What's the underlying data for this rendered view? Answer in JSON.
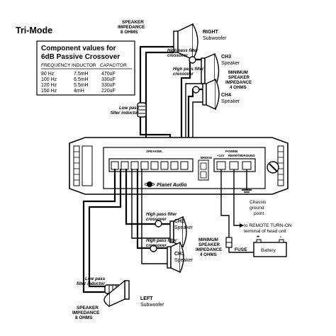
{
  "title": "Tri-Mode",
  "crossover_table": {
    "heading_line1": "Component values for",
    "heading_line2": "6dB Passive Crossover",
    "columns": [
      "FREQUENCY",
      "INDUCTOR",
      "CAPACITOR"
    ],
    "rows": [
      [
        "80 Hz",
        "7.5mH",
        "470uF"
      ],
      [
        "100 Hz",
        "6.5mH",
        "330uF"
      ],
      [
        "120 Hz",
        "5.5mH",
        "330uF"
      ],
      [
        "150 Hz",
        "4mH",
        "220uF"
      ]
    ]
  },
  "labels": {
    "top_impedance_1": "SPEAKER",
    "top_impedance_2": "IMPEDANCE",
    "top_impedance_3": "8 OHMS",
    "right_sub_1": "RIGHT",
    "right_sub_2": "Subwoofer",
    "hp_top_a1": "High pass filter",
    "hp_top_a2": "crossover",
    "ch3_1": "CH3",
    "ch3_2": "Speaker",
    "hp_top_b1": "High pass filter",
    "hp_top_b2": "crossover",
    "min_top_1": "MINIMUM",
    "min_top_2": "SPEAKER",
    "min_top_3": "IMPEDANCE",
    "min_top_4": "4 OHMS",
    "ch4_1": "CH4",
    "ch4_2": "Speaker",
    "lp_top_1": "Low pass",
    "lp_top_2": "filter inductor",
    "amp_speaker_hdr": "SPEAKER",
    "amp_bridge_hdr": "BRIDGE",
    "amp_power_hdr": "POWER",
    "amp_term_1": "+12V",
    "amp_term_2": "REMOTE",
    "amp_term_3": "GROUND",
    "brand": "Planet Audio",
    "chassis_1": "Chassis",
    "chassis_2": "ground",
    "chassis_3": "point",
    "remote_1": "to REMOTE TURN-ON",
    "remote_2": "terminal of head unit",
    "fuse": "FUSE",
    "battery": "Battery",
    "hp_bot_a1": "High pass filter",
    "hp_bot_a2": "crossover",
    "ch2_1": "CH2",
    "ch2_2": "Speaker",
    "min_bot_1": "MINIMUM",
    "min_bot_2": "SPEAKER",
    "min_bot_3": "IMPEDANCE",
    "min_bot_4": "4 OHMS",
    "hp_bot_b1": "High pass filter",
    "hp_bot_b2": "crossover",
    "ch1_1": "CH1",
    "ch1_2": "Speaker",
    "lp_bot_1": "Low pass",
    "lp_bot_2": "filter inductor",
    "bot_impedance_1": "SPEAKER",
    "bot_impedance_2": "IMPEDANCE",
    "bot_impedance_3": "8 OHMS",
    "left_sub_1": "LEFT",
    "left_sub_2": "Subwoofer"
  }
}
